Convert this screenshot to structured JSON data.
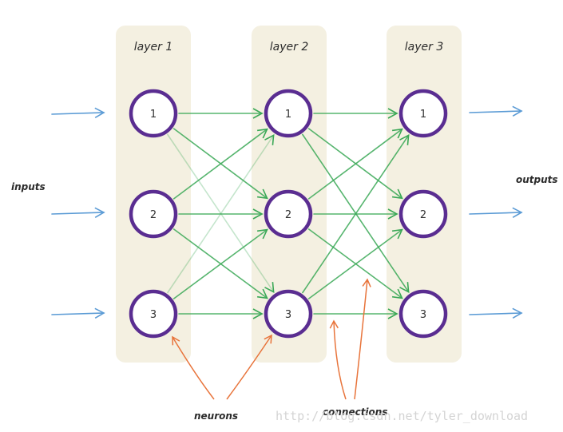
{
  "layers": [
    {
      "title": "layer 1",
      "neurons": [
        "1",
        "2",
        "3"
      ]
    },
    {
      "title": "layer 2",
      "neurons": [
        "1",
        "2",
        "3"
      ]
    },
    {
      "title": "layer 3",
      "neurons": [
        "1",
        "2",
        "3"
      ]
    }
  ],
  "labels": {
    "inputs": "inputs",
    "outputs": "outputs",
    "neurons": "neurons",
    "connections": "connections"
  },
  "watermark": "http://blog.csdn.net/tyler_download",
  "colors": {
    "panel": "#f4f0e1",
    "neuron_ring": "#5a2d91",
    "connection": "#3aa856",
    "io_arrow": "#5b9bd5",
    "pointer": "#e8743b"
  }
}
